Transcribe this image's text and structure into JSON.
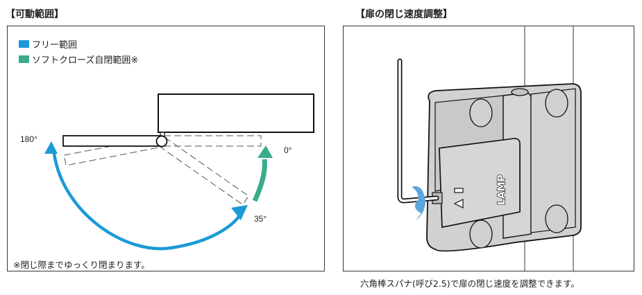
{
  "left_panel": {
    "title": "【可動範囲】",
    "legend": [
      {
        "label": "フリー範囲",
        "color": "#1a9ad6"
      },
      {
        "label": "ソフトクローズ自閉範囲※",
        "color": "#3aab8c"
      }
    ],
    "angles": {
      "a180": "180°",
      "a0": "0°",
      "a35": "35°"
    },
    "note": "※閉じ際までゆっくり閉まります。"
  },
  "right_panel": {
    "title": "【扉の閉じ速度調整】",
    "brand": "LAMP",
    "caption": "六角棒スパナ(呼び2.5)で扉の閉じ速度を調整できます。",
    "arrow_color": "#5aa6dc"
  }
}
